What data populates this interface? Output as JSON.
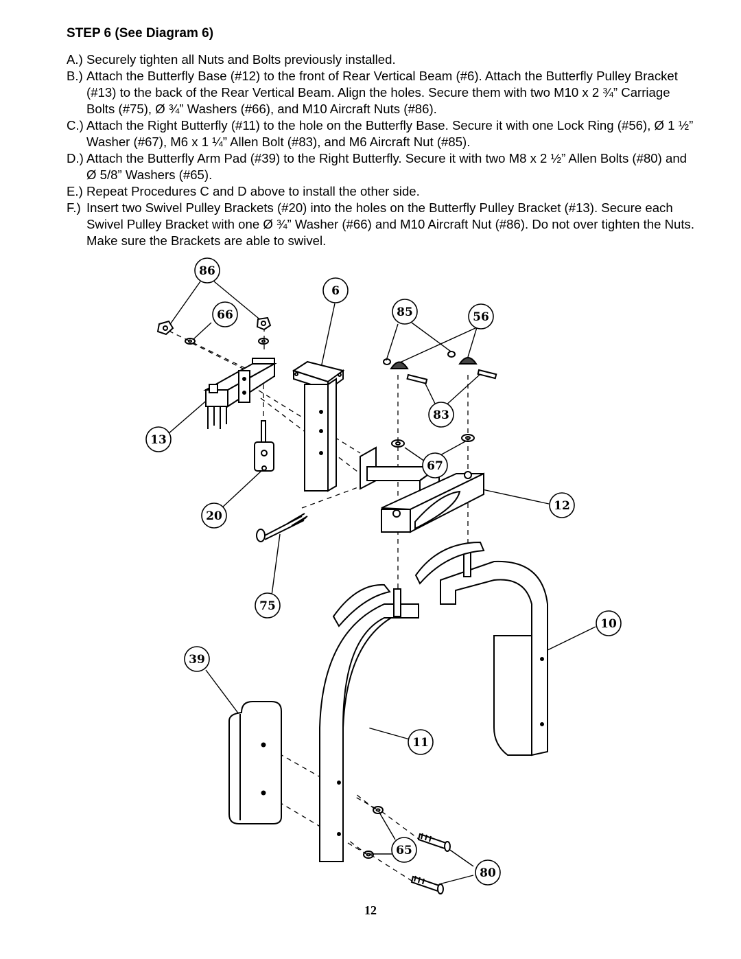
{
  "heading": "STEP 6   (See Diagram 6)",
  "steps": [
    {
      "label": "A.)",
      "text": "Securely tighten all Nuts and Bolts previously installed."
    },
    {
      "label": "B.)",
      "text": "Attach the Butterfly Base (#12) to the front of Rear Vertical Beam (#6). Attach the Butterfly Pulley Bracket (#13) to the back of the Rear Vertical Beam. Align the holes. Secure them with two M10 x 2 ¾” Carriage Bolts (#75), Ø ¾” Washers (#66), and M10 Aircraft Nuts (#86)."
    },
    {
      "label": "C.)",
      "text": "Attach the Right Butterfly (#11) to the hole on the Butterfly Base. Secure it with one Lock Ring (#56), Ø 1 ½” Washer (#67), M6 x 1 ¼” Allen Bolt (#83), and M6 Aircraft Nut (#85)."
    },
    {
      "label": "D.)",
      "text": "Attach the Butterfly Arm Pad (#39) to the Right Butterfly. Secure it with two M8 x 2 ½” Allen Bolts (#80) and Ø 5/8” Washers (#65)."
    },
    {
      "label": "E.)",
      "text": "Repeat Procedures C and D above to install the other side."
    },
    {
      "label": "F.)",
      "text": "Insert two Swivel Pulley Brackets (#20) into the holes on the Butterfly Pulley Bracket (#13). Secure each Swivel Pulley Bracket with one Ø ¾” Washer (#66) and M10 Aircraft Nut (#86). Do not over tighten the Nuts.  Make sure the Brackets are able to swivel."
    }
  ],
  "callouts": {
    "c86": "86",
    "c66": "66",
    "c6": "6",
    "c85": "85",
    "c56": "56",
    "c13": "13",
    "c83": "83",
    "c67": "67",
    "c12": "12",
    "c20": "20",
    "c75": "75",
    "c10": "10",
    "c39": "39",
    "c11": "11",
    "c65": "65",
    "c80": "80"
  },
  "page_number": "12"
}
